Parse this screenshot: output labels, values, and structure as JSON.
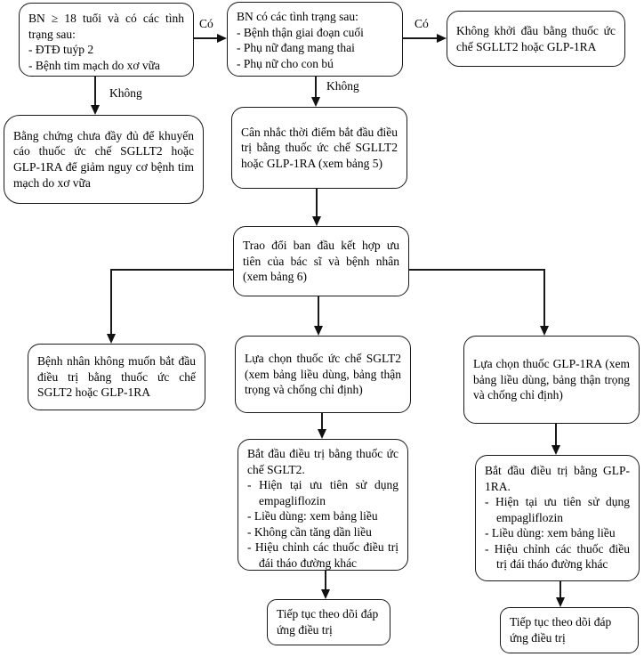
{
  "diagram": {
    "type": "flowchart",
    "language": "vi",
    "colors": {
      "background": "#ffffff",
      "box_border": "#1a1a1a",
      "line": "#1a1a1a",
      "text": "#000000"
    },
    "edge_labels": {
      "co_1": "Có",
      "co_2": "Có",
      "khong_1": "Không",
      "khong_2": "Không"
    },
    "nodes": {
      "eligibility": {
        "title": "BN ≥ 18 tuổi và có các tình trạng sau:",
        "bullets": [
          "- ĐTĐ tuýp 2",
          "- Bệnh tim mạch do xơ vữa"
        ]
      },
      "exclusions": {
        "title": "BN có các tình trạng sau:",
        "bullets": [
          "- Bệnh thận giai đoạn cuối",
          "- Phụ nữ đang mang thai",
          "- Phụ nữ cho con bú"
        ]
      },
      "do_not_start": {
        "text": "Không khởi đầu bằng thuốc ức chế SGLLT2 hoặc GLP-1RA"
      },
      "insufficient_evidence": {
        "text": "Bằng chứng chưa đầy đủ để khuyến cáo thuốc ức chế SGLLT2 hoặc GLP-1RA để giảm nguy cơ bệnh tim mạch do xơ vữa"
      },
      "consider_timing": {
        "text": "Cân nhắc thời điểm bắt đầu điều trị bằng thuốc ức chế SGLLT2 hoặc GLP-1RA (xem bảng 5)"
      },
      "initial_discussion": {
        "text": "Trao đổi ban đầu kết hợp ưu tiên của bác sĩ và bệnh nhân (xem bảng 6)"
      },
      "patient_declines": {
        "text": "Bệnh nhân không muốn bắt đầu điều trị bằng thuốc ức chế SGLT2 hoặc GLP-1RA"
      },
      "choose_sglt2": {
        "text": "Lựa chọn thuốc ức chế SGLT2 (xem bảng liều dùng, bảng thận trọng và chống chỉ định)"
      },
      "choose_glp1ra": {
        "text": "Lựa chọn thuốc GLP-1RA (xem bảng liều dùng, bảng thận trọng và chống chỉ định)"
      },
      "start_sglt2": {
        "title": "Bắt đầu điều trị bằng thuốc ức chế SGLT2.",
        "bullets": [
          "- Hiện tại ưu tiên sử dụng empagliflozin",
          "- Liều dùng: xem bảng liều",
          "- Không cần tăng dần liều",
          "- Hiệu chỉnh các thuốc điều trị đái tháo đường khác"
        ]
      },
      "start_glp1ra": {
        "title": "Bắt đầu điều trị bằng GLP-1RA.",
        "bullets": [
          "- Hiện tại ưu tiên sử dụng empagliflozin",
          "- Liều dùng: xem bảng liều",
          "- Hiệu chỉnh các thuốc điều trị đái tháo đường khác"
        ]
      },
      "monitor_sglt2": {
        "text": "Tiếp tục theo dõi đáp ứng điều trị"
      },
      "monitor_glp1ra": {
        "text": "Tiếp tục theo dõi đáp ứng điều trị"
      }
    }
  }
}
